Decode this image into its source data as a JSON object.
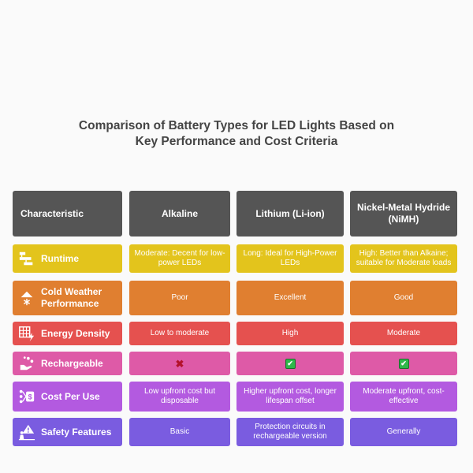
{
  "title": {
    "line1": "Comparison of Battery Types for LED Lights Based on",
    "line2": "Key Performance and Cost Criteria"
  },
  "header": {
    "characteristic": "Characteristic",
    "alkaline": "Alkaline",
    "lithium": "Lithium (Li-ion)",
    "nimh": "Nickel-Metal Hydride (NiMH)"
  },
  "rows": [
    {
      "label": "Runtime",
      "icon": "timeline-icon",
      "color": "#e3c41c",
      "alkaline": "Moderate: Decent for low-power LEDs",
      "lithium": "Long: Ideal for High-Power LEDs",
      "nimh": "High: Better than Alkaine; suitable for Moderate loads"
    },
    {
      "label": "Cold Weather Performance",
      "icon": "snow-cloud-icon",
      "color": "#e07f30",
      "alkaline": "Poor",
      "lithium": "Excellent",
      "nimh": "Good"
    },
    {
      "label": "Energy Density",
      "icon": "grid-bolt-icon",
      "color": "#e5514f",
      "alkaline": "Low to moderate",
      "lithium": "High",
      "nimh": "Moderate"
    },
    {
      "label": "Rechargeable",
      "icon": "recharge-hand-icon",
      "color": "#de5aa7",
      "alkaline": "✖",
      "lithium": "✔",
      "nimh": "✔"
    },
    {
      "label": "Cost Per Use",
      "icon": "dollar-flow-icon",
      "color": "#b35ae0",
      "alkaline": "Low upfront cost but disposable",
      "lithium": "Higher upfront cost, longer lifespan offset",
      "nimh": "Moderate upfront, cost-effective"
    },
    {
      "label": "Safety Features",
      "icon": "warning-person-icon",
      "color": "#7a5ce0",
      "alkaline": "Basic",
      "lithium": "Protection circuits in rechargeable version",
      "nimh": "Generally"
    }
  ]
}
